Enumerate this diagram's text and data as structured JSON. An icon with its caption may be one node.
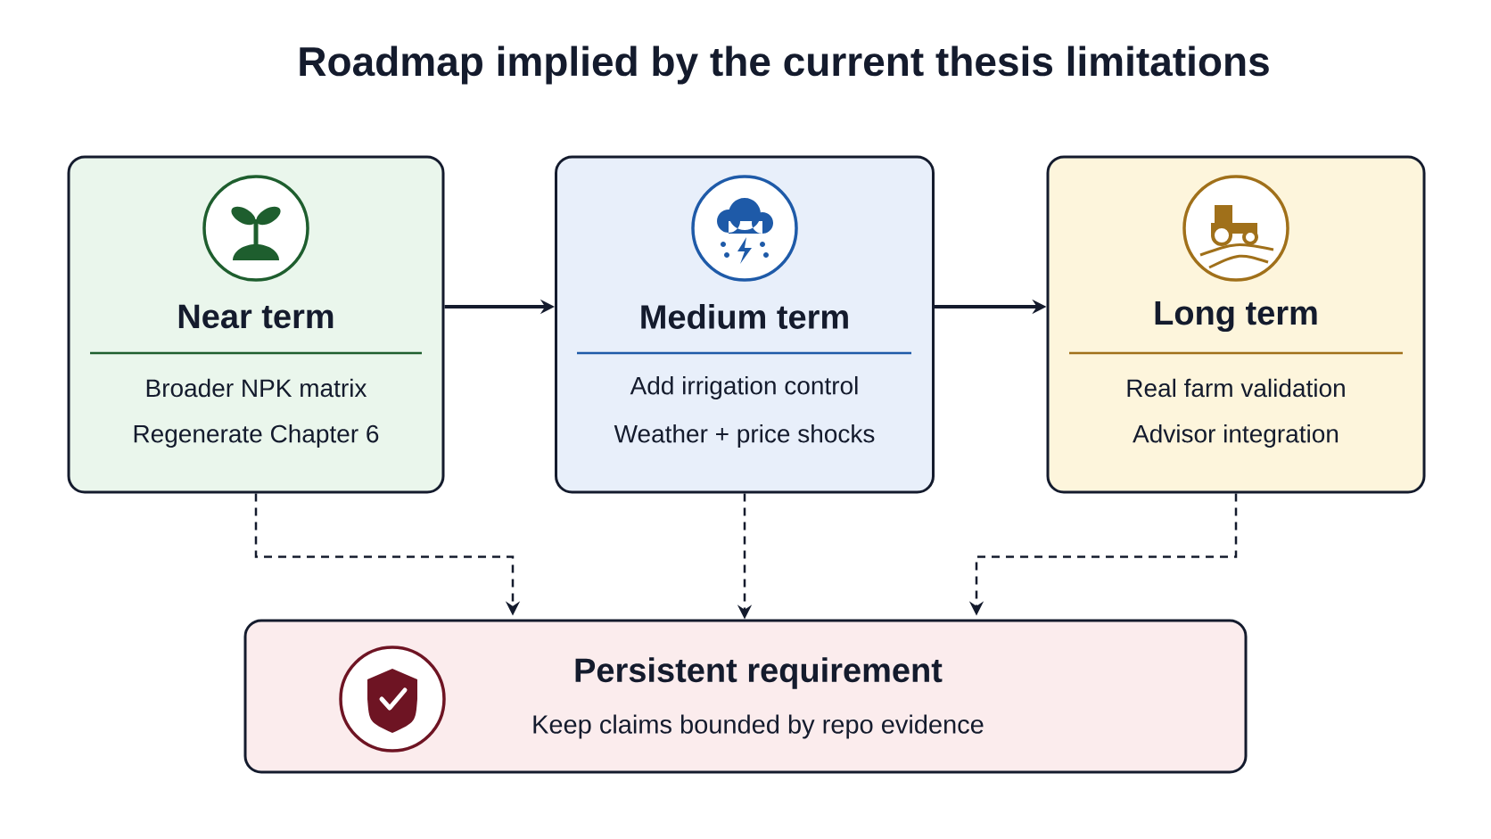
{
  "diagram": {
    "title": "Roadmap implied by the current thesis limitations",
    "nodes": [
      {
        "text": [
          "Near term",
          "Broader NPK matrix",
          "Regenerate Chapter 6"
        ]
      },
      {
        "text": [
          "Medium term",
          "Add irrigation control",
          "Weather + price shocks"
        ]
      },
      {
        "text": [
          "Long term",
          "Real farm validation",
          "Advisor integration"
        ]
      },
      {
        "text": [
          "Persistent requirement",
          "Keep claims bounded by repo evidence"
        ]
      }
    ],
    "edges": [
      {
        "from": 0,
        "to": 1,
        "arrow": "to"
      },
      {
        "from": 1,
        "to": 2,
        "arrow": "to"
      },
      {
        "from": 0,
        "to": 3,
        "arrow": "to",
        "style": "dashed"
      },
      {
        "from": 1,
        "to": 3,
        "arrow": "to",
        "style": "dashed"
      },
      {
        "from": 2,
        "to": 3,
        "arrow": "to",
        "style": "dashed"
      }
    ]
  }
}
